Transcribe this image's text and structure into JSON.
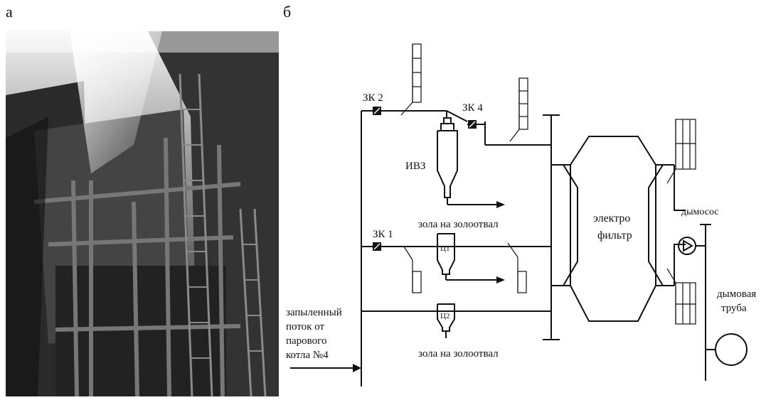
{
  "panels": {
    "a": "а",
    "b": "б"
  },
  "labels": {
    "zk2": "ЗК 2",
    "zk4": "ЗК 4",
    "zk1": "ЗК 1",
    "ivz": "ИВЗ",
    "ash_top": "зола на золоотвал",
    "ash_bottom": "зола на золоотвал",
    "cyclone1": "Ц1",
    "cyclone2": "Ц2",
    "esp_line1": "электро",
    "esp_line2": "фильтр",
    "fan": "дымосос",
    "stack_line1": "дымовая",
    "stack_line2": "труба",
    "inlet_line1": "запыленный",
    "inlet_line2": "поток от",
    "inlet_line3": "парового",
    "inlet_line4": "котла №4"
  }
}
